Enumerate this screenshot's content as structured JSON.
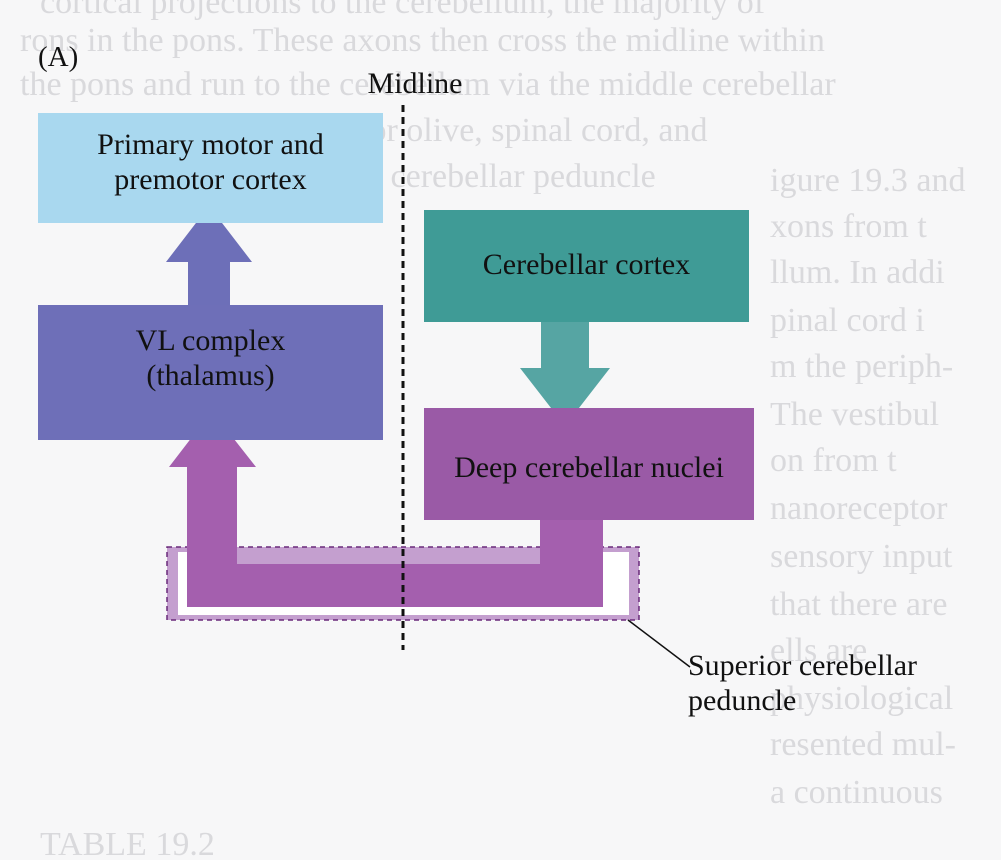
{
  "panel_label": "(A)",
  "midline_label": "Midline",
  "boxes": {
    "motor": {
      "line1": "Primary motor and",
      "line2": "premotor cortex",
      "color": "#a9d8ef"
    },
    "vl": {
      "line1": "VL complex",
      "line2": "(thalamus)",
      "color": "#6e6fb8"
    },
    "cerebellar_cortex": {
      "line1": "Cerebellar cortex",
      "color": "#3f9b96"
    },
    "deep_nuclei": {
      "line1": "Deep cerebellar nuclei",
      "color": "#9a5aa6"
    }
  },
  "peduncle": {
    "line1": "Superior cerebellar",
    "line2": "peduncle",
    "color": "#c49fcf"
  },
  "arrow_colors": {
    "motor_arrow": "#6d6fb8",
    "cortex_arrow": "#56a5a3",
    "loop": "#a45fae"
  },
  "bleed_through_text": [
    "cortical projections to the cerebellum, the majority of",
    "rons in the pons. These axons then cross the midline within",
    "the pons and run to the cerebellum via the middle cerebellar",
    "peduncle from the inferior olive, spinal cord, and",
    "via the inferior cerebellar peduncle",
    "igure 19.3 and",
    "xons from t",
    "llum. In addi",
    "pinal cord i",
    "m the periph-",
    "The vestibul",
    "on from t",
    "nanoreceptor",
    "sensory input",
    "that there are",
    "ells are",
    "physiological",
    "resented mul-",
    "a continuous",
    "TABLE 19.2"
  ]
}
